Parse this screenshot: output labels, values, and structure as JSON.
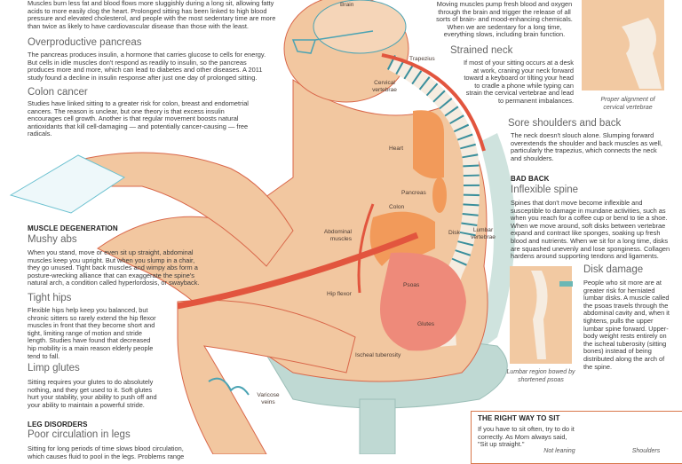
{
  "left": {
    "heart_text": "Muscles burn less fat and blood flows more sluggishly during a long sit, allowing fatty acids to more easily clog the heart. Prolonged sitting has been linked to high blood pressure and elevated cholesterol, and people with the most sedentary time are more than twice as likely to have cardiovascular disease than those with the least.",
    "pancreas": {
      "title": "Overproductive pancreas",
      "text": "The pancreas produces insulin, a hormone that carries glucose to cells for energy. But cells in idle muscles don't respond as readily to insulin, so the pancreas produces more and more, which can lead to diabetes and other diseases. A 2011 study found a decline in insulin response after just one day of prolonged sitting."
    },
    "colon": {
      "title": "Colon cancer",
      "text": "Studies have linked sitting to a greater risk for colon, breast and endometrial cancers. The reason is unclear, but one theory is that excess insulin encourages cell growth. Another is that regular movement boosts natural antioxidants that kill cell-damaging — and potentially cancer-causing — free radicals."
    },
    "muscle_section": "MUSCLE DEGENERATION",
    "abs": {
      "title": "Mushy abs",
      "text": "When you stand, move or even sit up straight, abdominal muscles keep you upright. But when you slump in a chair, they go unused. Tight back muscles and wimpy abs form a posture-wrecking alliance that can exaggerate the spine's natural arch, a condition called hyperlordosis, or swayback."
    },
    "hips": {
      "title": "Tight hips",
      "text": "Flexible hips help keep you balanced, but chronic sitters so rarely extend the hip flexor muscles in front that they become short and tight, limiting range of motion and stride length. Studies have found that decreased hip mobility is a main reason elderly people tend to fall."
    },
    "glutes": {
      "title": "Limp glutes",
      "text": "Sitting requires your glutes to do absolutely nothing, and they get used to it. Soft glutes hurt your stability, your ability to push off and your ability to maintain a powerful stride."
    },
    "leg_section": "LEG DISORDERS",
    "legs": {
      "title": "Poor circulation in legs",
      "text": "Sitting for long periods of time slows blood circulation, which causes fluid to pool in the legs. Problems range"
    }
  },
  "right": {
    "brain_text": "Moving muscles pump fresh blood and oxygen through the brain and trigger the release of all sorts of brain- and mood-enhancing chemicals. When we are sedentary for a long time, everything slows, including brain function.",
    "neck": {
      "title": "Strained neck",
      "text": "If most of your sitting occurs at a desk at work, craning your neck forward toward a keyboard or tilting your head to cradle a phone while typing can strain the cervical vertebrae and lead to permanent imbalances."
    },
    "neck_caption": "Proper alignment of cervical vertebrae",
    "shoulders": {
      "title": "Sore shoulders and back",
      "text": "The neck doesn't slouch alone. Slumping forward overextends the shoulder and back muscles as well, particularly the trapezius, which connects the neck and shoulders."
    },
    "back_section": "BAD BACK",
    "spine": {
      "title": "Inflexible spine",
      "text": "Spines that don't move become inflexible and susceptible to damage in mundane activities, such as when you reach for a coffee cup or bend to tie a shoe. When we move around, soft disks between vertebrae expand and contract like sponges, soaking up fresh blood and nutrients. When we sit for a long time, disks are squashed unevenly and lose sponginess. Collagen hardens around supporting tendons and ligaments."
    },
    "disk": {
      "title": "Disk damage",
      "text": "People who sit more are at greater risk for herniated lumbar disks. A muscle called the psoas travels through the abdominal cavity and, when it tightens, pulls the upper lumbar spine forward. Upper-body weight rests entirely on the ischeal tuberosity (sitting bones) instead of being distributed along the arch of the spine."
    },
    "disk_caption": "Lumbar region bowed by shortened psoas",
    "right_way": {
      "title": "THE RIGHT WAY TO SIT",
      "text": "If you have to sit often, try to do it correctly. As Mom always said, \"Sit up straight.\"",
      "label1": "Not leaning",
      "label2": "Shoulders"
    }
  },
  "labels": {
    "brain": "Brain",
    "trapezius": "Trapezius",
    "cervical": "Cervical vertebrae",
    "heart": "Heart",
    "pancreas": "Pancreas",
    "colon": "Colon",
    "abdominal": "Abdominal muscles",
    "disk": "Disk",
    "lumbar": "Lumbar vertebrae",
    "psoas": "Psoas",
    "hip_flexor": "Hip flexor",
    "glutes": "Glutes",
    "ischeal": "Ischeal tuberosity",
    "varicose": "Varicose veins"
  },
  "colors": {
    "skin": "#f2c7a0",
    "outline": "#d9674a",
    "muscle": "#e2553e",
    "organ": "#f29a5a",
    "chair": "#bfd9d3",
    "vein": "#4aa3b3",
    "accent": "#d9774a"
  }
}
